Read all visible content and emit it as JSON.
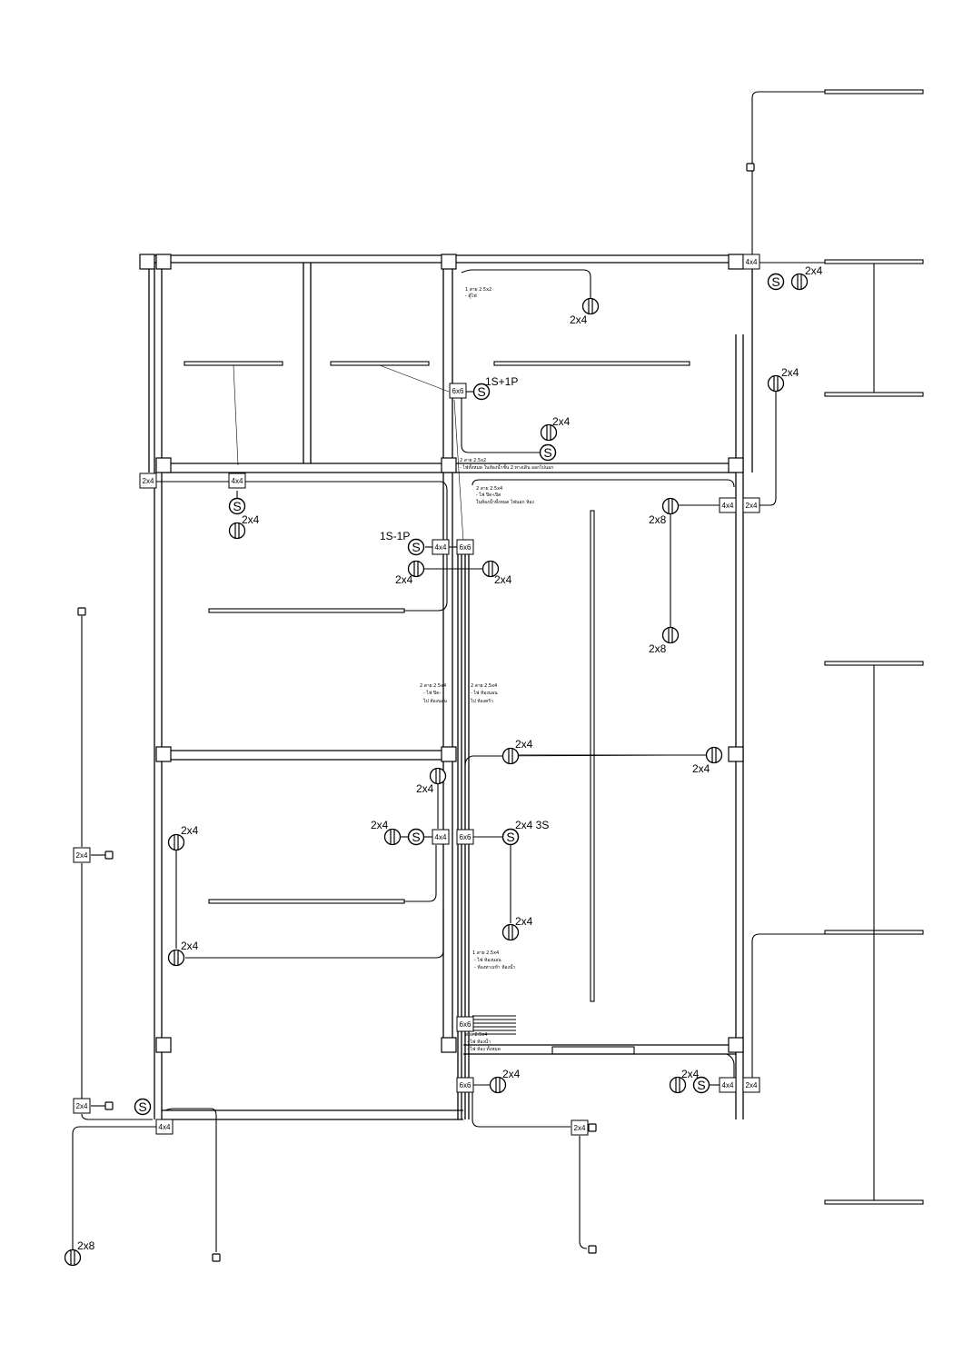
{
  "drawing": {
    "box_labels": {
      "b2x4": "2x4",
      "b4x4": "4x4",
      "b6x6": "6x6"
    },
    "symbols": {
      "switch_letter": "S",
      "fixture_icon": "circle-with-bars",
      "outlet_icon": "square-outlet"
    },
    "labels": {
      "switch_1s1p": "1S+1P",
      "switch_1s1p_b": "1S-1P",
      "fix_2x4": "2x4",
      "fix_2x8": "2x8",
      "fix_2x4_3s": "2x4 3S"
    },
    "notes": {
      "n1a": "1 สาย 2.5x2",
      "n1b": "- ตู้ไฟ",
      "n2a": "2 สาย 2.5x2",
      "n2b": "- ไฟทั้งหมด ในห้องน้ำชั้น 2 ทางเดิน ออกไปนอก",
      "n3a": "2 สาย 2.5x4",
      "n3b": "- ไฟ ปิด-เปิด",
      "n3c": "ในห้องน้ำทั้งหมด ไฟนอก ห้อง",
      "n4a": "2 สาย 2.5x4",
      "n4b": "- ไฟ ปิด-",
      "n4c": "ไป ห้องนอน",
      "n5a": "2 สาย 2.5x4",
      "n5b": "- ไฟ ห้องนอน",
      "n5c": "ไป ห้องครัว",
      "n6a": "1 สาย 2.5x4",
      "n6b": "- ไฟ ห้องนอน",
      "n6c": "- ห้องทางเข้า ห้องน้ำ",
      "n7a": "สาย 2.5x4",
      "n7b": "- ไฟ ห้องน้ำ",
      "n7c": "- ไฟ ห้อง ทั้งหมด"
    }
  }
}
